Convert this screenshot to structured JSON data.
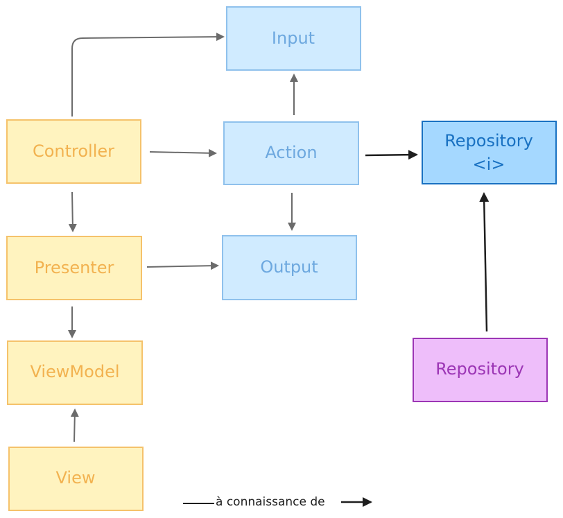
{
  "colors": {
    "yellow_fill": "#fff3bf",
    "yellow_stroke": "#f5c26b",
    "yellow_text": "#f2b250",
    "blue_fill": "#d0ebff",
    "blue_stroke": "#8fc1ec",
    "blue_text": "#6da8df",
    "dark_blue_fill": "#a5d8ff",
    "dark_blue_stroke": "#1971c2",
    "dark_blue_text": "#1971c2",
    "purple_fill": "#eebefa",
    "purple_stroke": "#9c36b5",
    "purple_text": "#9c36b5",
    "arrow_gray": "#6b6b6b",
    "arrow_black": "#1e1e1e"
  },
  "nodes": {
    "input": "Input",
    "controller": "Controller",
    "action": "Action",
    "repository_interface": [
      "Repository",
      "<i>"
    ],
    "presenter": "Presenter",
    "output": "Output",
    "viewmodel": "ViewModel",
    "repository": "Repository",
    "view": "View"
  },
  "legend": {
    "label": "à connaissance de"
  }
}
